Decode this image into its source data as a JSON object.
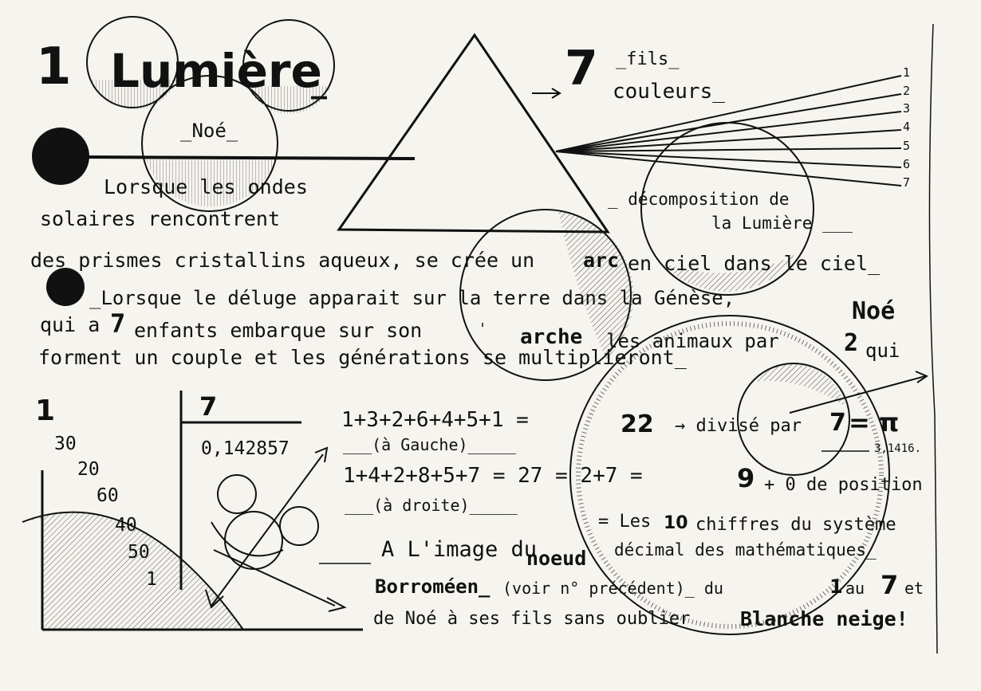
{
  "title": {
    "number": "1",
    "word": "Lumière",
    "dash": "_",
    "subtitle": "_Noé_"
  },
  "top_right": {
    "seven": "7",
    "fils": "_fils_",
    "couleurs": "couleurs_",
    "arrow": "→",
    "decomposition_line1": "_ décomposition de",
    "decomposition_line2": "la Lumière ___",
    "ray_numbers": [
      "1",
      "2",
      "3",
      "4",
      "5",
      "6",
      "7"
    ]
  },
  "paragraph": {
    "line1": "Lorsque les ondes",
    "line2": "solaires rencontrent",
    "line3_a": "des prismes cristallins aqueux, se crée un",
    "line3_arc": "arc",
    "line3_b": "en ciel dans le ciel_",
    "line4": "_Lorsque le déluge apparait sur la terre dans la Génèse,",
    "line4_noe": "Noé",
    "line5_a": "qui a",
    "line5_seven": "7",
    "line5_b": "enfants embarque sur son",
    "line5_arche": "arche",
    "line5_c": "les animaux par",
    "line5_two": "2",
    "line5_d": "qui",
    "line6": "forment un couple et les générations se multiplieront_"
  },
  "division": {
    "left_head": "1",
    "right_head": "7",
    "quotient": "0,142857",
    "remainders": [
      "30",
      "20",
      "60",
      "40",
      "50",
      "1"
    ]
  },
  "equations": {
    "eq1": "1+3+2+6+4+5+1 =",
    "eq1_result": "22",
    "eq1_tail": "→ divisé par",
    "eq1_seven": "7",
    "eq1_pi": "= π",
    "pi_value": "3,1416.",
    "eq1_label": "___(à Gauche)_____",
    "eq2": "1+4+2+8+5+7 = 27 = 2+7 =",
    "eq2_nine": "9",
    "eq2_tail": "+ 0 de position",
    "eq2_label": "___(à droite)_____",
    "ten_line_a": "= Les",
    "ten_number": "10",
    "ten_line_b": "chiffres du système",
    "ten_line2": "décimal des mathématiques_"
  },
  "closing": {
    "line1_a": "A L'image du",
    "line1_noeud": "noeud",
    "line2_borromeen": "Borroméen_",
    "line2_b": "(voir n° précédent)_ du",
    "line2_one": "1",
    "line2_au": "au",
    "line2_seven": "7",
    "line2_et": "et",
    "line3_a": "de Noé à ses fils sans oublier",
    "line3_blanche": "Blanche neige!"
  },
  "colors": {
    "ink": "#111111",
    "paper": "#f6f4ef"
  }
}
